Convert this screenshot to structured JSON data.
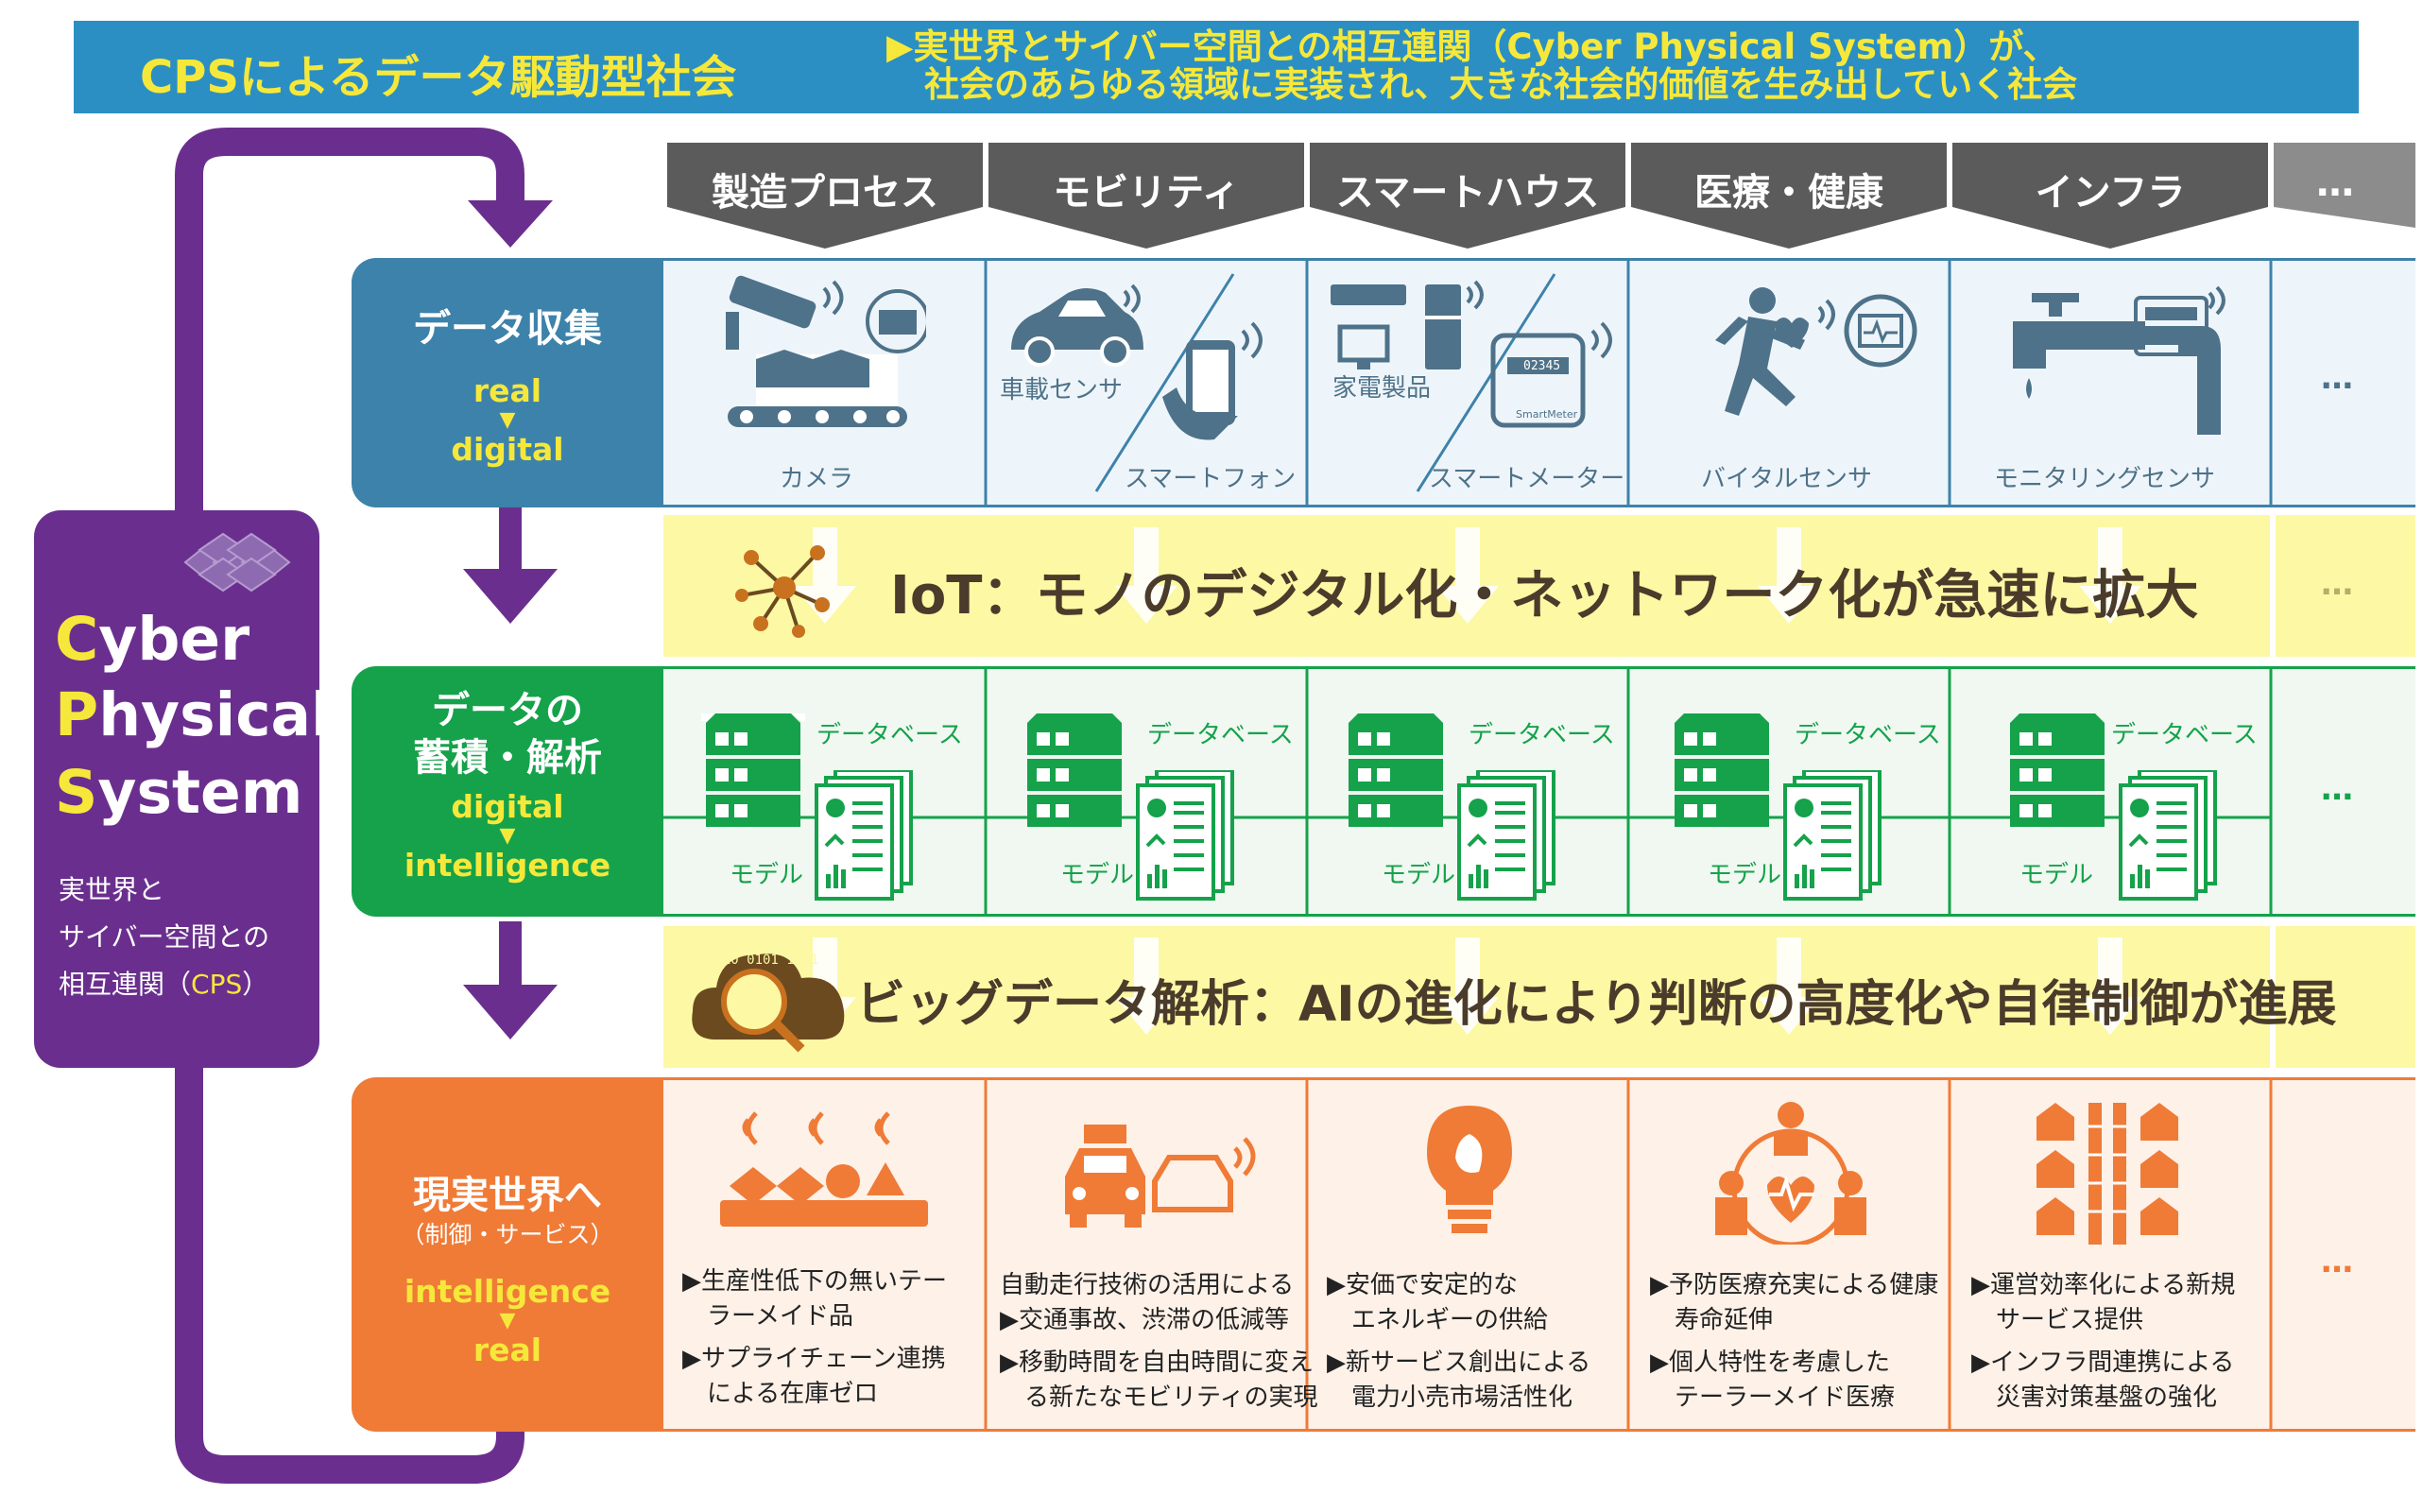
{
  "banner": {
    "title": "CPSによるデータ駆動型社会",
    "desc_line1": "▶実世界とサイバー空間との相互連関（Cyber Physical System）が、",
    "desc_line2": "社会のあらゆる領域に実装され、大きな社会的価値を生み出していく社会"
  },
  "tabs": [
    "製造プロセス",
    "モビリティ",
    "スマートハウス",
    "医療・健康",
    "インフラ",
    "…"
  ],
  "cps": {
    "word1_cap": "C",
    "word1_rest": "yber",
    "word2_cap": "P",
    "word2_rest": "hysical",
    "word3_cap": "S",
    "word3_rest": "ystem",
    "desc1": "実世界と",
    "desc2": "サイバー空間との",
    "desc3_pre": "相互連関（",
    "desc3_cps": "CPS",
    "desc3_post": "）"
  },
  "row1": {
    "title": "データ収集",
    "flow_from": "real",
    "arrow": "▼",
    "flow_to": "digital",
    "labels": {
      "camera": "カメラ",
      "car_sensor": "車載センサ",
      "smartphone": "スマートフォン",
      "appliance": "家電製品",
      "smartmeter": "スマートメーター",
      "smartmeter_mark": "SmartMeter",
      "meter_digits": "02345",
      "vital": "バイタルセンサ",
      "monitoring": "モニタリングセンサ"
    },
    "more": "…"
  },
  "band1": {
    "text": "IoT：モノのデジタル化・ネットワーク化が急速に拡大",
    "more": "…"
  },
  "row2": {
    "title1": "データの",
    "title2": "蓄積・解析",
    "flow_from": "digital",
    "arrow": "▼",
    "flow_to": "intelligence",
    "database": "データベース",
    "model": "モデル",
    "more": "…"
  },
  "band2": {
    "text": "ビッグデータ解析：AIの進化により判断の高度化や自律制御が進展",
    "binary": "1010 0101 1001"
  },
  "row3": {
    "title": "現実世界へ",
    "sub": "（制御・サービス）",
    "flow_from": "intelligence",
    "arrow": "▼",
    "flow_to": "real",
    "more": "…",
    "cells": [
      [
        "▶生産性低下の無いテー",
        "　ラーメイド品",
        "▶サプライチェーン連携",
        "　による在庫ゼロ"
      ],
      [
        "自動走行技術の活用による",
        "▶交通事故、渋滞の低減等",
        "▶移動時間を自由時間に変え",
        "　る新たなモビリティの実現"
      ],
      [
        "▶安価で安定的な",
        "　エネルギーの供給",
        "▶新サービス創出による",
        "　電力小売市場活性化"
      ],
      [
        "▶予防医療充実による健康",
        "　寿命延伸",
        "▶個人特性を考慮した",
        "　テーラーメイド医療"
      ],
      [
        "▶運営効率化による新規",
        "　サービス提供",
        "▶インフラ間連携による",
        "　災害対策基盤の強化"
      ]
    ]
  },
  "colors": {
    "banner_bg": "#2b8fc3",
    "banner_text": "#f6e83a",
    "tab": "#5b5b5b",
    "tab_more": "#8c8c8c",
    "row1": "#3d82aa",
    "row1_cell": "#eef5fa",
    "row2": "#15a24b",
    "row2_cell": "#f0f8f1",
    "row3": "#ef7b37",
    "row3_cell": "#fdf1e8",
    "band": "#fcf8a4",
    "band_text": "#4a3b2b",
    "cps": "#6a2f8e",
    "flow": "#f6e83a"
  },
  "icons": [
    "network-icon",
    "cps-diamond-icon",
    "camera-icon",
    "car-icon",
    "smartphone-icon",
    "ac-icon",
    "fridge-icon",
    "tv-icon",
    "meter-icon",
    "runner-icon",
    "faucet-icon",
    "server-icon",
    "documents-icon",
    "binary-cloud-icon",
    "factory-icon",
    "bulb-icon",
    "medical-icon",
    "houses-icon"
  ]
}
